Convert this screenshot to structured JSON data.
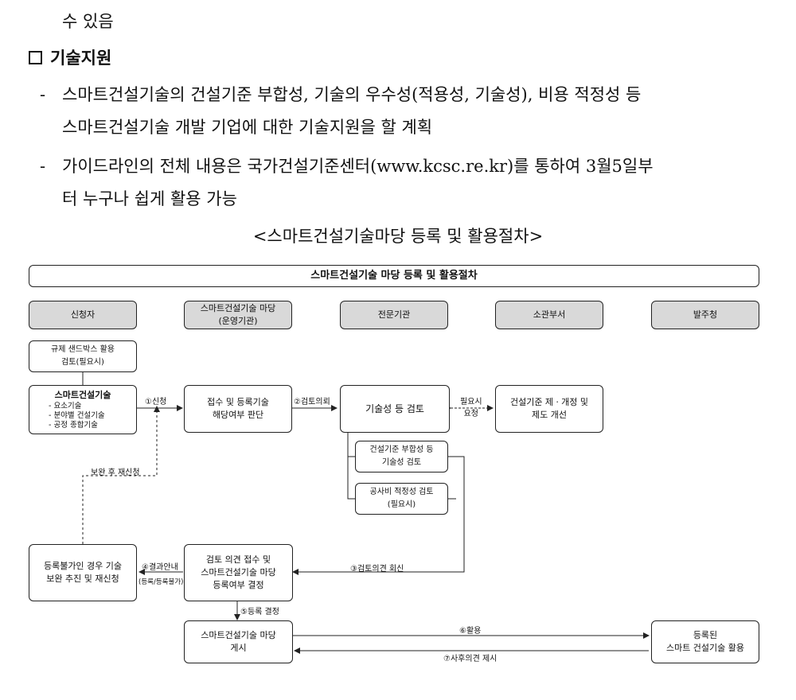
{
  "intro_tail": "수 있음",
  "section": {
    "title": "기술지원"
  },
  "bullets": [
    {
      "dash": "-",
      "line1": "스마트건설기술의 건설기준 부합성, 기술의 우수성(적용성, 기술성), 비용 적정성 등",
      "line2": "스마트건설기술 개발 기업에 대한 기술지원을 할 계획"
    },
    {
      "dash": "-",
      "line1": "가이드라인의 전체 내용은 국가건설기준센터(www.kcsc.re.kr)를 통하여 3월5일부",
      "line2": "터 누구나 쉽게 활용 가능"
    }
  ],
  "caption": "<스마트건설기술마당 등록 및 활용절차>",
  "diagram": {
    "title": "스마트건설기술 마당 등록 및 활용절차",
    "headers": [
      "신청자",
      "스마트건설기술 마당",
      "(운영기관)",
      "전문기관",
      "소관부서",
      "발주청"
    ],
    "boxes": {
      "sandbox_l1": "규제 샌드박스 활용",
      "sandbox_l2": "검토(필요시)",
      "smart_title": "스마트건설기술",
      "smart_item1": "- 요소기술",
      "smart_item2": "- 분야별 건설기술",
      "smart_item3": "- 공정 종합기술",
      "receipt_l1": "접수 및 등록기술",
      "receipt_l2": "해당여부 판단",
      "review": "기술성 등 검토",
      "standard_l1": "건설기준 제ㆍ개정 및",
      "standard_l2": "제도 개선",
      "fit_l1": "건설기준 부합성 등",
      "fit_l2": "기술성 검토",
      "cost_l1": "공사비 적정성 검토",
      "cost_l2": "(필요시)",
      "reject_l1": "등록불가인 경우 기술",
      "reject_l2": "보완 추진 및 재신청",
      "decide_l1": "검토 의견 접수 및",
      "decide_l2": "스마트건설기술 마당",
      "decide_l3": "등록여부 결정",
      "post_l1": "스마트건설기술 마당",
      "post_l2": "게시",
      "use_l1": "등록된",
      "use_l2": "스마트 건설기술 활용"
    },
    "labels": {
      "apply": "①신청",
      "request": "②검토의뢰",
      "ifneeded1": "필요시",
      "ifneeded2": "요청",
      "resubmit": "보완 후 재신청",
      "reply": "③검토의견 회신",
      "notice": "④결과안내",
      "notice_sub": "(등록/등록불가)",
      "register": "⑤등록 결정",
      "utilize": "⑥활용",
      "feedback": "⑦사후의견 제시"
    }
  }
}
